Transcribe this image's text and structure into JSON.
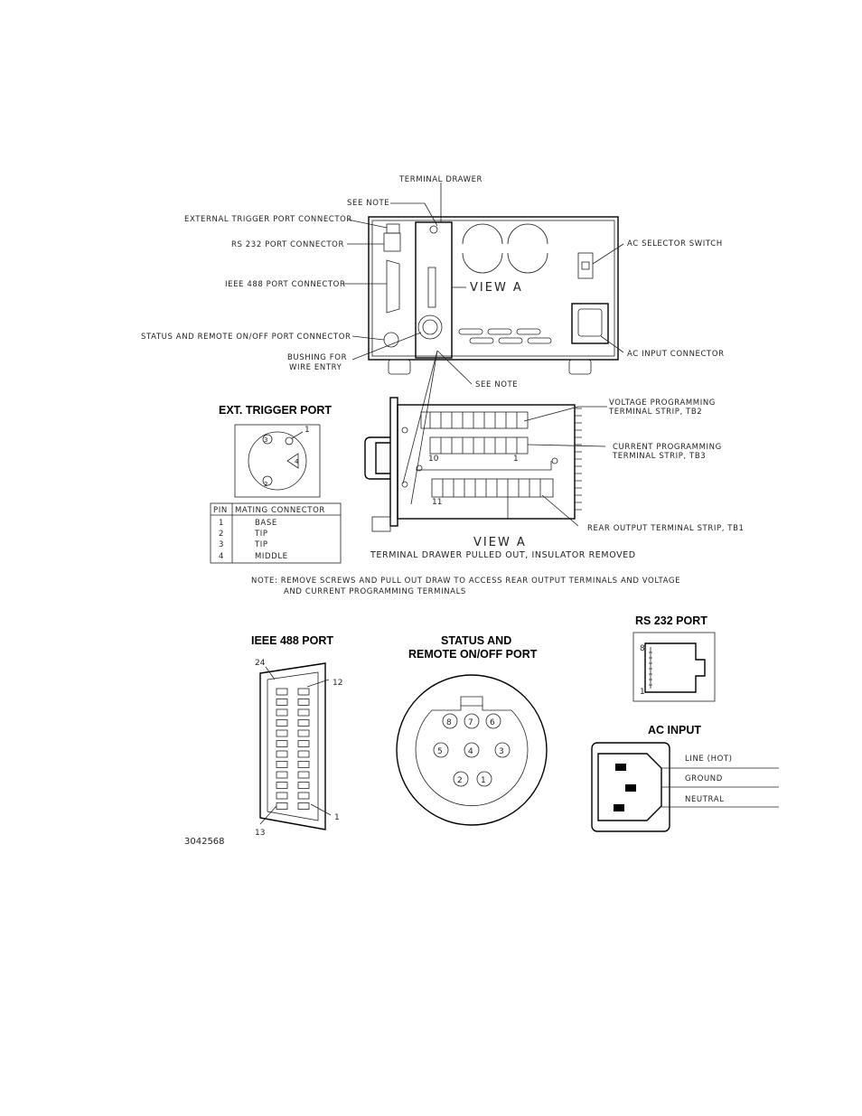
{
  "rear_view": {
    "callouts": {
      "terminal_drawer": "TERMINAL DRAWER",
      "see_note_top": "SEE NOTE",
      "ext_trigger_connector": "EXTERNAL TRIGGER PORT CONNECTOR",
      "rs232_connector": "RS 232 PORT CONNECTOR",
      "ieee488_connector": "IEEE 488 PORT CONNECTOR",
      "status_remote_connector": "STATUS AND REMOTE ON/OFF PORT CONNECTOR",
      "bushing_line1": "BUSHING FOR",
      "bushing_line2": "WIRE ENTRY",
      "ac_selector": "AC SELECTOR SWITCH",
      "ac_input_connector": "AC INPUT CONNECTOR",
      "view_a_pointer": "VIEW A",
      "see_note_bottom": "SEE NOTE"
    }
  },
  "view_a": {
    "title": "VIEW A",
    "subtitle": "TERMINAL DRAWER PULLED OUT, INSULATOR REMOVED",
    "tb2_line1": "VOLTAGE PROGRAMMING",
    "tb2_line2": "TERMINAL STRIP, TB2",
    "tb3_line1": "CURRENT PROGRAMMING",
    "tb3_line2": "TERMINAL STRIP, TB3",
    "tb1": "REAR OUTPUT TERMINAL STRIP, TB1",
    "num_10": "10",
    "num_1": "1",
    "num_11": "11"
  },
  "ext_trigger": {
    "title": "EXT. TRIGGER PORT",
    "pins": [
      "1",
      "2",
      "3",
      "4"
    ],
    "table_header": [
      "PIN",
      "MATING CONNECTOR"
    ],
    "table_rows": [
      [
        "1",
        "BASE"
      ],
      [
        "2",
        "TIP"
      ],
      [
        "3",
        "TIP"
      ],
      [
        "4",
        "MIDDLE"
      ]
    ]
  },
  "note": {
    "line1": "NOTE: REMOVE SCREWS AND PULL OUT DRAW TO ACCESS REAR OUTPUT TERMINALS AND VOLTAGE",
    "line2": "AND CURRENT PROGRAMMING TERMINALS"
  },
  "ieee488": {
    "title": "IEEE 488 PORT",
    "pin_24": "24",
    "pin_12": "12",
    "pin_13": "13",
    "pin_1": "1"
  },
  "status_port": {
    "title_line1": "STATUS AND",
    "title_line2": "REMOTE ON/OFF PORT",
    "pins": [
      "8",
      "7",
      "6",
      "5",
      "4",
      "3",
      "2",
      "1"
    ]
  },
  "rs232": {
    "title": "RS 232 PORT",
    "pin_8": "8",
    "pin_1": "1"
  },
  "ac_input": {
    "title": "AC INPUT",
    "line": "LINE (HOT)",
    "ground": "GROUND",
    "neutral": "NEUTRAL"
  },
  "drawing_number": "3042568"
}
